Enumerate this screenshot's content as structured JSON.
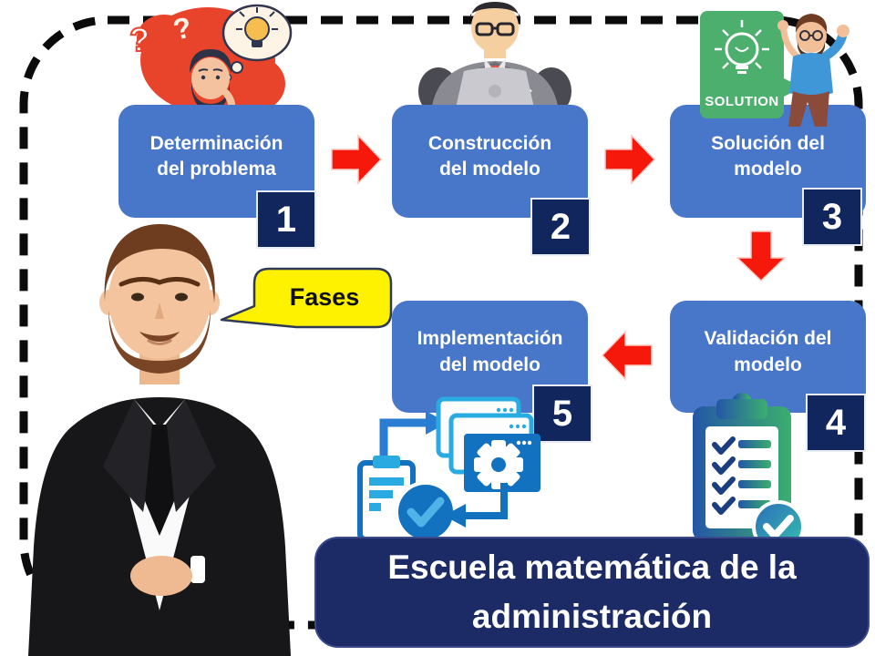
{
  "banner": {
    "text": "Escuela matemática de la\nadministración"
  },
  "bubble": {
    "label": "Fases"
  },
  "phases": [
    {
      "number": "1",
      "label": "Determinación\ndel problema"
    },
    {
      "number": "2",
      "label": "Construcción\ndel modelo"
    },
    {
      "number": "3",
      "label": "Solución del\nmodelo"
    },
    {
      "number": "4",
      "label": "Validación del\nmodelo"
    },
    {
      "number": "5",
      "label": "Implementación\ndel modelo"
    }
  ],
  "illustrations": {
    "solution_sign_text": "SOLUTION",
    "thinking_person": "man thinking with question marks and lightbulb",
    "working_person": "man working on laptop",
    "celebrating_person": "man celebrating beside SOLUTION lightbulb sign",
    "validation_checklist": "clipboard checklist with checkmark badge",
    "implementation_process": "app windows with gear, clipboard and checkmark",
    "presenter": "businessman in black suit"
  },
  "colors": {
    "box_blue": "#4876C8",
    "badge_navy": "#12265E",
    "banner_navy": "#1C2B66",
    "arrow_red": "#F6190B",
    "bubble_yellow": "#FFF200",
    "frame_black": "#0B0B0B"
  }
}
